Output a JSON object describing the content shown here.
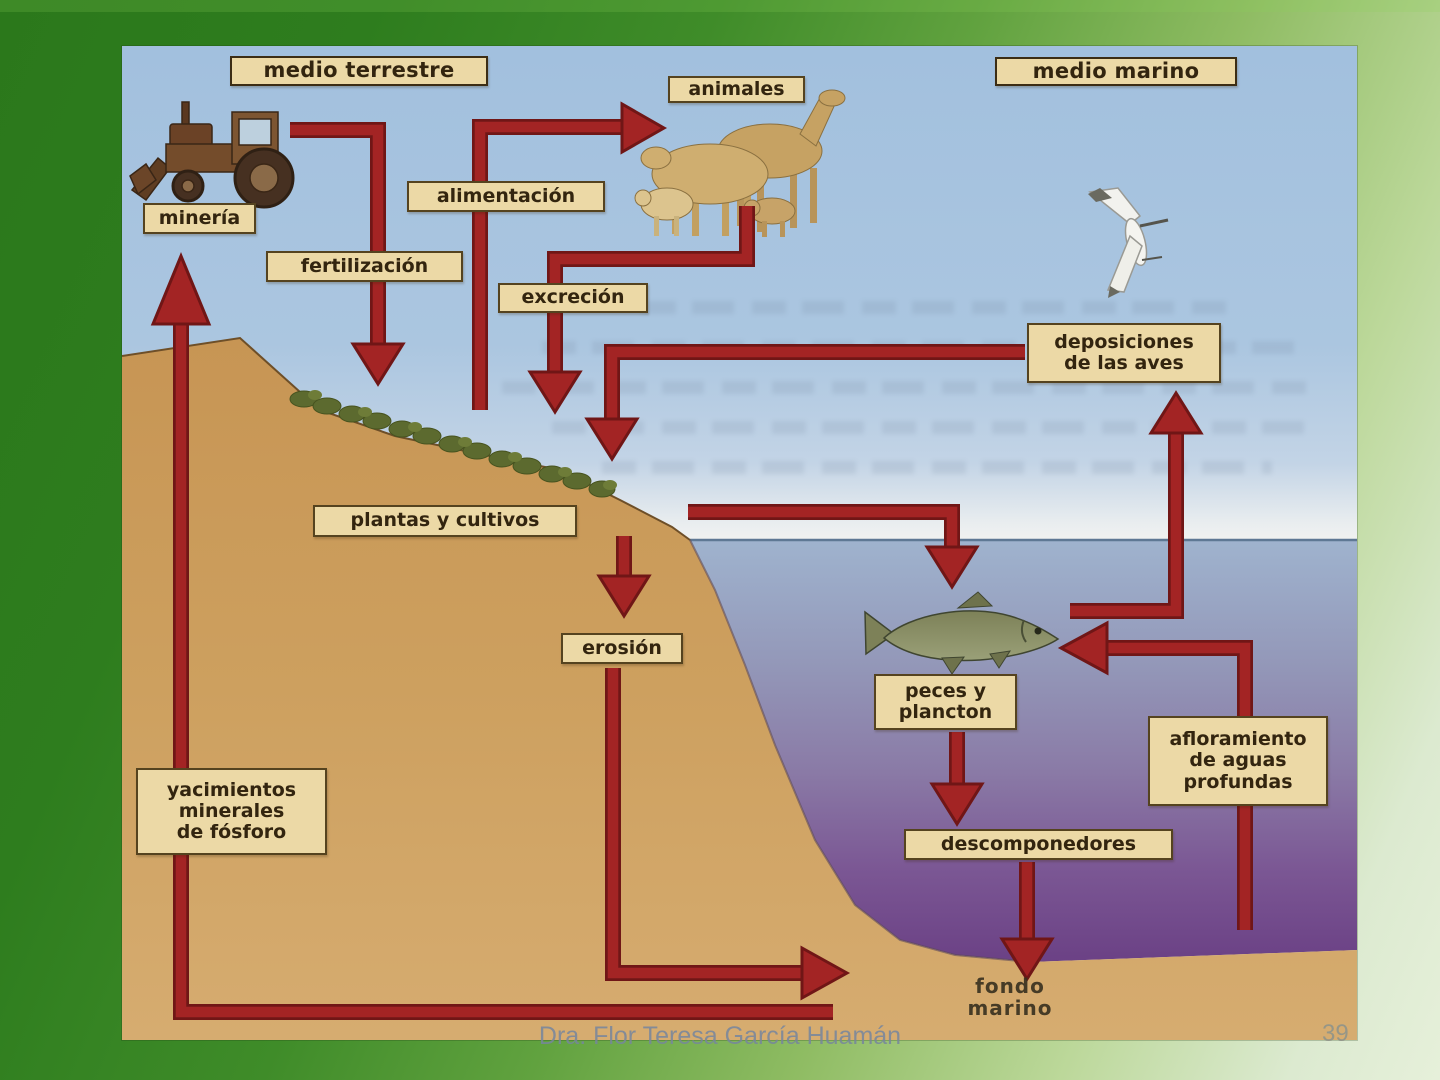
{
  "slide": {
    "footer": "Dra. Flor Teresa García Huamán",
    "page_number": "39"
  },
  "diagram": {
    "environment_labels": {
      "terrestrial": "medio terrestre",
      "marine": "medio marino"
    },
    "boxes": {
      "mineria": "minería",
      "animales": "animales",
      "alimentacion": "alimentación",
      "fertilizacion": "fertilización",
      "excrecion": "excreción",
      "deposiciones": "deposiciones\nde las aves",
      "plantas": "plantas y cultivos",
      "erosion": "erosión",
      "peces": "peces y\nplancton",
      "afloramiento": "afloramiento\nde aguas\nprofundas",
      "descomponedores": "descomponedores",
      "yacimientos": "yacimientos\nminerales\nde fósforo",
      "fondo_marino": "fondo marino"
    },
    "illustrations": [
      "tractor-icon",
      "livestock-icon",
      "seabird-icon",
      "fish-icon",
      "crop-plants-icon"
    ],
    "colors": {
      "arrow_red": "#a32424",
      "arrow_outline": "#701616",
      "label_background": "#ecd9a6",
      "label_border": "#55431f",
      "sky_top": "#a2c0de",
      "sea_deep": "#6b4185",
      "land_tan": "#cda05f",
      "background_green_dark": "#2b781b",
      "background_green_light": "#e6f0da"
    }
  }
}
